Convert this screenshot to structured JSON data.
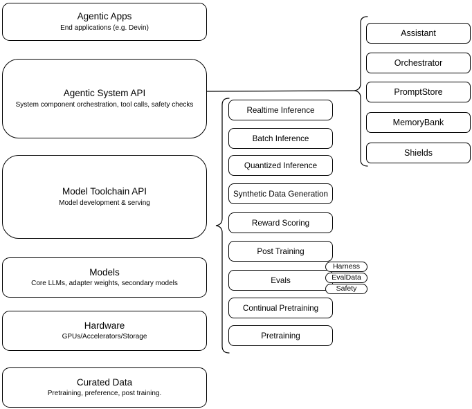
{
  "left": [
    {
      "title": "Agentic Apps",
      "subtitle": "End applications (e.g. Devin)"
    },
    {
      "title": "Agentic System API",
      "subtitle": "System component orchestration, tool calls, safety checks"
    },
    {
      "title": "Model Toolchain API",
      "subtitle": "Model development & serving"
    },
    {
      "title": "Models",
      "subtitle": "Core LLMs, adapter weights, secondary models"
    },
    {
      "title": "Hardware",
      "subtitle": "GPUs/Accelerators/Storage"
    },
    {
      "title": "Curated Data",
      "subtitle": "Pretraining, preference, post training."
    }
  ],
  "services": [
    "Realtime Inference",
    "Batch Inference",
    "Quantized Inference",
    "Synthetic Data Generation",
    "Reward Scoring",
    "Post Training",
    "Evals",
    "Continual Pretraining",
    "Pretraining"
  ],
  "eval_tags": [
    "Harness",
    "EvalData",
    "Safety"
  ],
  "components": [
    "Assistant",
    "Orchestrator",
    "PromptStore",
    "MemoryBank",
    "Shields"
  ],
  "colors": {
    "stroke": "#000000",
    "fill": "#ffffff",
    "text": "#000000"
  }
}
